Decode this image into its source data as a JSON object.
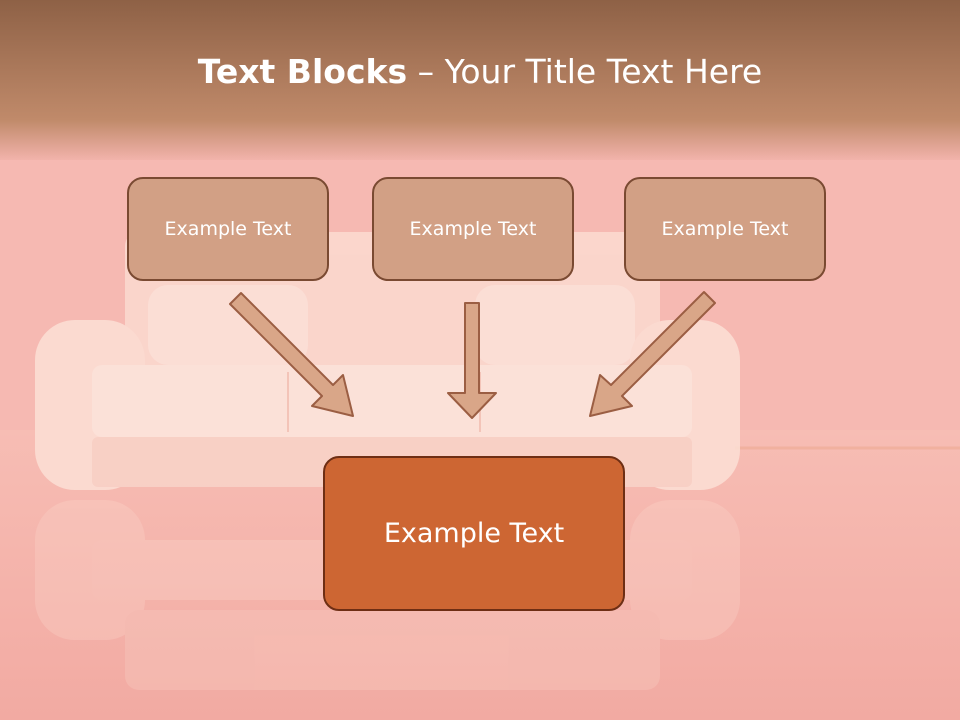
{
  "slide": {
    "title_bold": "Text Blocks",
    "title_dash": " – ",
    "title_rest": "Your Title Text Here",
    "boxes": [
      {
        "label": "Example Text"
      },
      {
        "label": "Example Text"
      },
      {
        "label": "Example Text"
      }
    ],
    "target": {
      "label": "Example Text"
    }
  },
  "colors": {
    "header_band": "#b87a58",
    "wall": "#f6b9b2",
    "box_fill": "#d2a085",
    "box_border": "#7a4a32",
    "target_fill": "#cd6633",
    "target_border": "#6e2e14",
    "arrow_fill": "#d9a688",
    "arrow_stroke": "#9b5e43"
  }
}
